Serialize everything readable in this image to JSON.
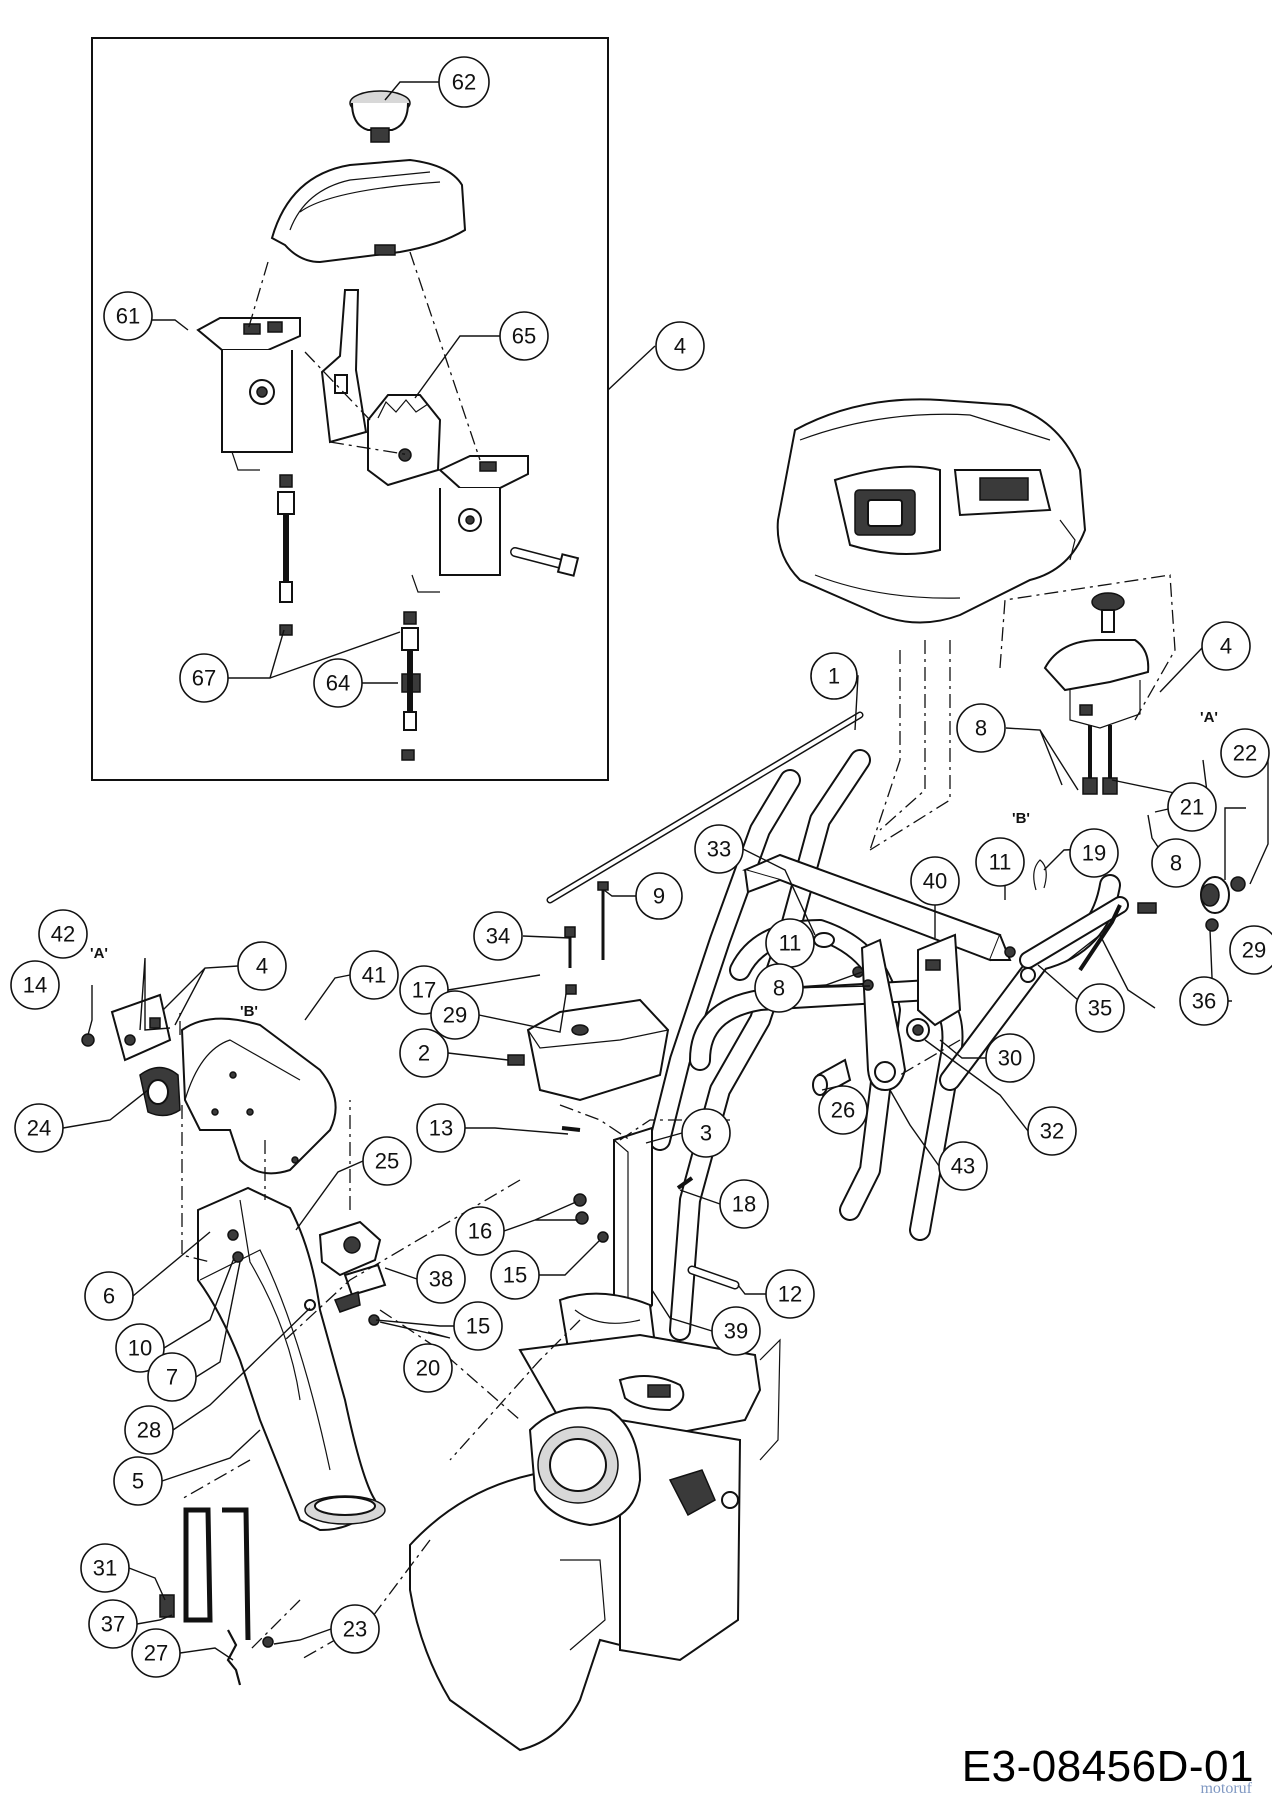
{
  "diagram": {
    "drawing_code": "E3-08456D-01",
    "watermark": "motoruf",
    "callouts": {
      "c62": "62",
      "c61": "61",
      "c65": "65",
      "c4_inset": "4",
      "c67": "67",
      "c64": "64",
      "c1": "1",
      "c4_right": "4",
      "c8_a": "8",
      "c22": "22",
      "c21": "21",
      "c8_b": "8",
      "c11_a": "11",
      "c19": "19",
      "c40": "40",
      "c33": "33",
      "c9": "9",
      "c34": "34",
      "c11_b": "11",
      "c8_c": "8",
      "c29_a": "29",
      "c35": "35",
      "c36": "36",
      "c17": "17",
      "c29_b": "29",
      "c30": "30",
      "c2": "2",
      "c26": "26",
      "c32": "32",
      "c42": "42",
      "c4_left": "4",
      "c14": "14",
      "c41": "41",
      "c24": "24",
      "c13": "13",
      "c3": "3",
      "c43": "43",
      "c25": "25",
      "c18": "18",
      "c16": "16",
      "c6": "6",
      "c15_a": "15",
      "c38": "38",
      "c12": "12",
      "c10": "10",
      "c15_b": "15",
      "c39": "39",
      "c20": "20",
      "c7": "7",
      "c28": "28",
      "c5": "5",
      "c31": "31",
      "c37": "37",
      "c27": "27",
      "c23": "23"
    },
    "markers": {
      "a_right": "'A'",
      "b_right": "'B'",
      "a_left": "'A'",
      "b_left": "'B'"
    }
  }
}
